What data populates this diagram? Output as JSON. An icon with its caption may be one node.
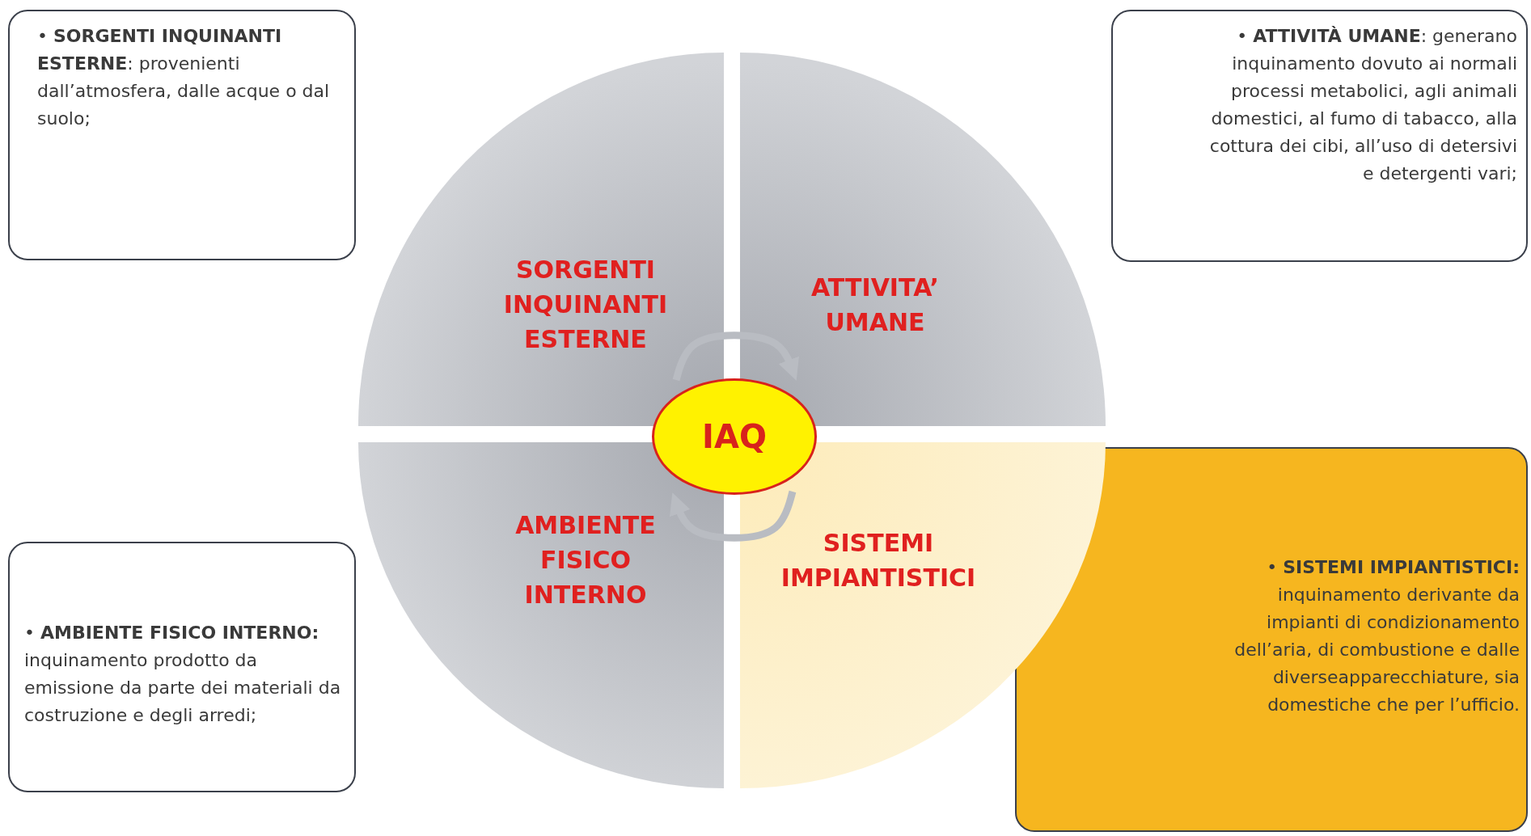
{
  "diagram": {
    "nodes": [
      {
        "text": [
          "• **SORGENTI INQUINANTI ESTERNE**: provenienti dall’atmosfera, dalle acque o dal suolo;"
        ]
      },
      {
        "text": [
          "• **ATTIVITÀ UMANE**: generano inquinamento dovuto ai normali processi metabolici, agli animali domestici, al fumo di tabacco, alla cottura dei cibi, all’uso di detersivi e detergenti vari;"
        ]
      },
      {
        "text": [
          "• **AMBIENTE FISICO INTERNO:** inquinamento prodotto da emissione da parte dei materiali da costruzione e degli arredi;"
        ]
      },
      {
        "text": [
          "• **SISTEMI IMPIANTISTICI:** inquinamento derivante da impianti di condizionamento dell’aria, di combustione e dalle diverseapparecchiature, sia domestiche che per l’ufficio."
        ]
      },
      {
        "text": [
          "SORGENTI INQUINANTI ESTERNE"
        ]
      },
      {
        "text": [
          "ATTIVITA’ UMANE"
        ]
      },
      {
        "text": [
          "AMBIENTE FISICO INTERNO"
        ]
      },
      {
        "text": [
          "SISTEMI IMPIANTISTICI"
        ]
      },
      {
        "text": [
          "IAQ"
        ]
      }
    ]
  }
}
